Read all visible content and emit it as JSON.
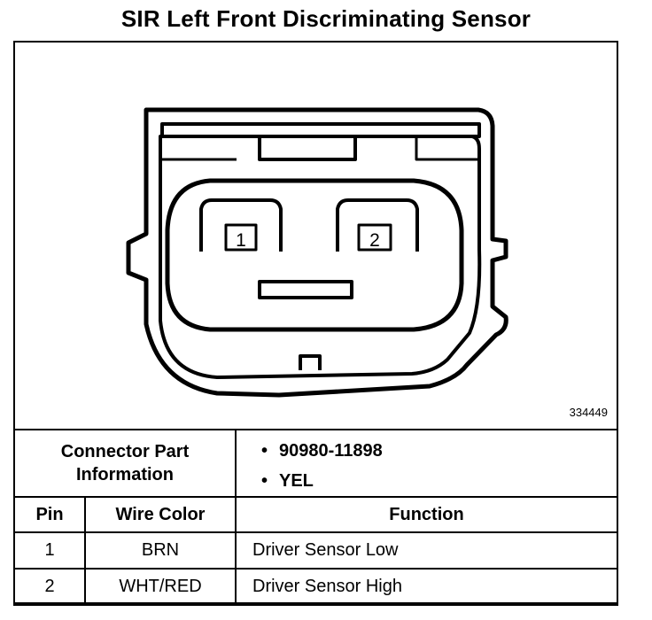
{
  "title": "SIR Left Front Discriminating Sensor",
  "figure_id": "334449",
  "connector_pins": [
    "1",
    "2"
  ],
  "connector_info": {
    "label_line1": "Connector Part",
    "label_line2": "Information",
    "items": [
      "90980-11898",
      "YEL"
    ]
  },
  "table": {
    "headers": [
      "Pin",
      "Wire Color",
      "Function"
    ],
    "rows": [
      {
        "pin": "1",
        "color": "BRN",
        "function": "Driver Sensor Low"
      },
      {
        "pin": "2",
        "color": "WHT/RED",
        "function": "Driver Sensor High"
      }
    ]
  }
}
